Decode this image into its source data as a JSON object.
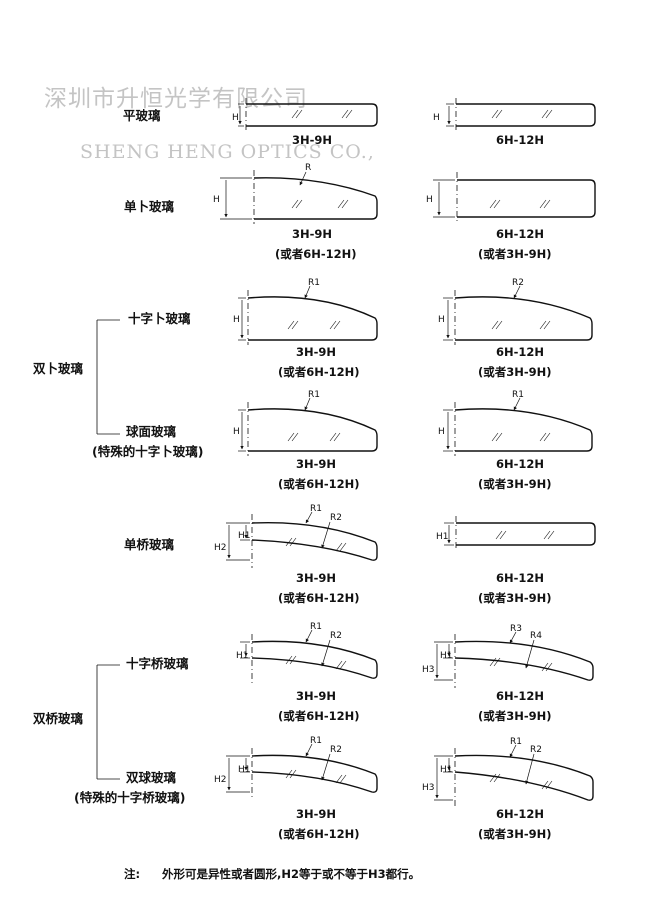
{
  "watermark": {
    "cn": "深圳市升恒光学有限公司",
    "en": "SHENG HENG OPTICS CO.,"
  },
  "labels": {
    "flat": "平玻璃",
    "single_bend": "单卜玻璃",
    "double_bend_group": "双卜玻璃",
    "cross_bend": "十字卜玻璃",
    "spherical": "球面玻璃",
    "spherical_sub": "(特殊的十字卜玻璃)",
    "single_bridge": "单桥玻璃",
    "double_bridge_group": "双桥玻璃",
    "cross_bridge": "十字桥玻璃",
    "double_sphere": "双球玻璃",
    "double_sphere_sub": "(特殊的十字桥玻璃)"
  },
  "thickness": {
    "a": "3H-9H",
    "b": "6H-12H",
    "alt_a": "(或者6H-12H)",
    "alt_b": "(或者3H-9H)"
  },
  "dims": {
    "H": "H",
    "H1": "H1",
    "H2": "H2",
    "H3": "H3",
    "R": "R",
    "R1": "R1",
    "R2": "R2",
    "R3": "R3",
    "R4": "R4"
  },
  "note": {
    "prefix": "注:",
    "text": "外形可是异性或者圆形,H2等于或不等于H3都行。"
  }
}
